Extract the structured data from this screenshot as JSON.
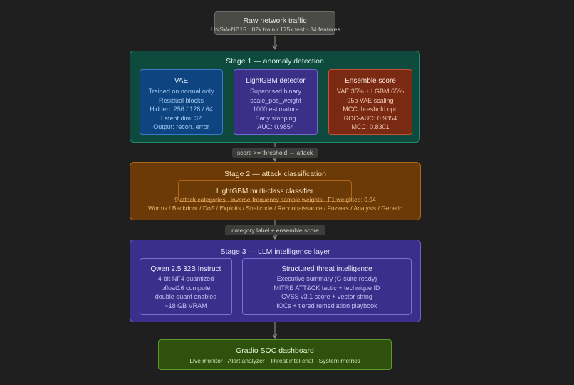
{
  "raw": {
    "title": "Raw network traffic",
    "subtitle": "UNSW-NB15 · 82k train / 175k test · 34 features"
  },
  "stage1": {
    "title": "Stage 1 — anomaly detection",
    "vae": {
      "title": "VAE",
      "lines": [
        "Trained on normal only",
        "Residual blocks",
        "Hidden: 256 / 128 / 64",
        "Latent dim: 32",
        "Output: recon. error"
      ]
    },
    "lgbm": {
      "title": "LightGBM detector",
      "lines": [
        "Supervised binary",
        "scale_pos_weight",
        "1000 estimators",
        "Early stopping",
        "AUC: 0.9854"
      ]
    },
    "ensemble": {
      "title": "Ensemble score",
      "lines": [
        "VAE 35% + LGBM 65%",
        "95p VAE scaling",
        "MCC threshold opt.",
        "ROC-AUC: 0.9854",
        "MCC: 0.8301"
      ]
    }
  },
  "tag1": "score >= threshold → attack",
  "stage2": {
    "title": "Stage 2 — attack classification",
    "classifier_title": "LightGBM multi-class classifier",
    "line1": "9 attack categories · inverse-frequency sample weights · F1 weighted: 0.94",
    "line2": "Worms / Backdoor / DoS / Exploits / Shellcode / Reconnaissance / Fuzzers / Analysis / Generic"
  },
  "tag2": "category label + ensemble score",
  "stage3": {
    "title": "Stage 3 — LLM intelligence layer",
    "qwen": {
      "title": "Qwen 2.5 32B Instruct",
      "lines": [
        "4-bit NF4 quantized",
        "bfloat16 compute",
        "double quant enabled",
        "~18 GB VRAM"
      ]
    },
    "sti": {
      "title": "Structured threat intelligence",
      "lines": [
        "Executive summary (C-suite ready)",
        "MITRE ATT&CK tactic + technique ID",
        "CVSS v3.1 score + vector string",
        "IOCs + tiered remediation playbook"
      ]
    }
  },
  "dashboard": {
    "title": "Gradio SOC dashboard",
    "subtitle": "Live monitor · Alert analyzer · Threat intel chat · System metrics"
  },
  "colors": {
    "background": "#1f1f1f",
    "stage1": "#0e4a3e",
    "stage2": "#6b3a06",
    "stage3": "#3a2f8a",
    "dashboard": "#2e520e"
  }
}
